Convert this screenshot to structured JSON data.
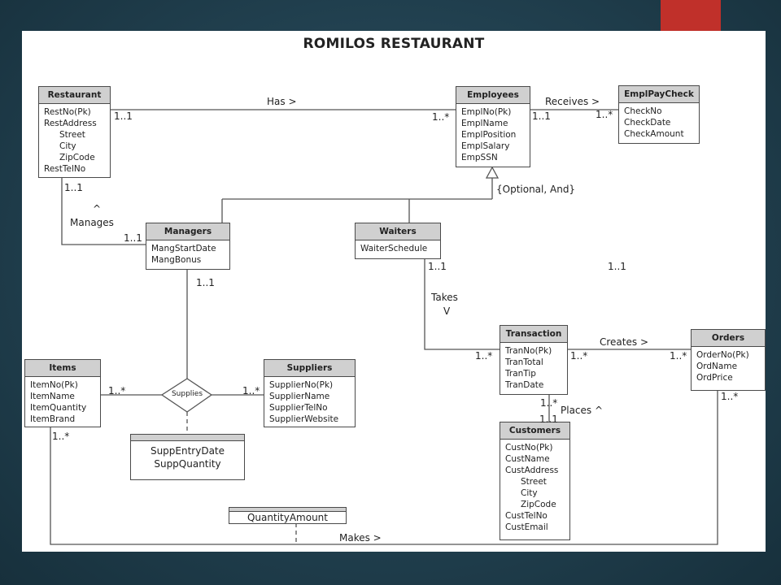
{
  "diagram": {
    "title": "ROMILOS RESTAURANT",
    "classes": {
      "restaurant": {
        "name": "Restaurant",
        "attrs": [
          "RestNo(Pk)",
          "RestAddress",
          "Street",
          "City",
          "ZipCode",
          "RestTelNo"
        ]
      },
      "employees": {
        "name": "Employees",
        "attrs": [
          "EmplNo(Pk)",
          "EmplName",
          "EmplPosition",
          "EmplSalary",
          "EmpSSN"
        ]
      },
      "emplpaycheck": {
        "name": "EmplPayCheck",
        "attrs": [
          "CheckNo",
          "CheckDate",
          "CheckAmount"
        ]
      },
      "managers": {
        "name": "Managers",
        "attrs": [
          "MangStartDate",
          "MangBonus"
        ]
      },
      "waiters": {
        "name": "Waiters",
        "attrs": [
          "WaiterSchedule"
        ]
      },
      "items": {
        "name": "Items",
        "attrs": [
          "ItemNo(Pk)",
          "ItemName",
          "ItemQuantity",
          "ItemBrand"
        ]
      },
      "suppliers": {
        "name": "Suppliers",
        "attrs": [
          "SupplierNo(Pk)",
          "SupplierName",
          "SupplierTelNo",
          "SupplierWebsite"
        ]
      },
      "transaction": {
        "name": "Transaction",
        "attrs": [
          "TranNo(Pk)",
          "TranTotal",
          "TranTip",
          "TranDate"
        ]
      },
      "orders": {
        "name": "Orders",
        "attrs": [
          "OrderNo(Pk)",
          "OrdName",
          "OrdPrice"
        ]
      },
      "customers": {
        "name": "Customers",
        "attrs": [
          "CustNo(Pk)",
          "CustName",
          "CustAddress",
          "Street",
          "City",
          "ZipCode",
          "CustTelNo",
          "CustEmail"
        ]
      }
    },
    "association_classes": {
      "supp": {
        "attrs": [
          "SuppEntryDate",
          "SuppQuantity"
        ]
      },
      "quantity": {
        "attrs": [
          "QuantityAmount"
        ]
      }
    },
    "relation_labels": {
      "has": "Has >",
      "receives": "Receives >",
      "manages_arrow": "^",
      "manages": "Manages",
      "generalization": "{Optional, And}",
      "takes": "Takes",
      "takes_arrow": "V",
      "creates": "Creates >",
      "places": "Places ^",
      "makes": "Makes >",
      "supplies": "Supplies"
    },
    "multiplicities": {
      "rest_has": "1..1",
      "emp_has": "1..*",
      "emp_receives": "1..1",
      "pay_receives": "1..*",
      "rest_manages": "1..1",
      "mgr_manages": "1..1",
      "waiter_takes": "1..1",
      "stray": "1..1",
      "mgr_supplies": "1..1",
      "items_supplies": "1..*",
      "suppliers_supplies": "1..*",
      "tran_takes": "1..*",
      "tran_creates": "1..*",
      "orders_creates": "1..*",
      "tran_places": "1..*",
      "cust_places": "1..1",
      "items_makes": "1..*",
      "orders_makes": "1..*"
    }
  }
}
